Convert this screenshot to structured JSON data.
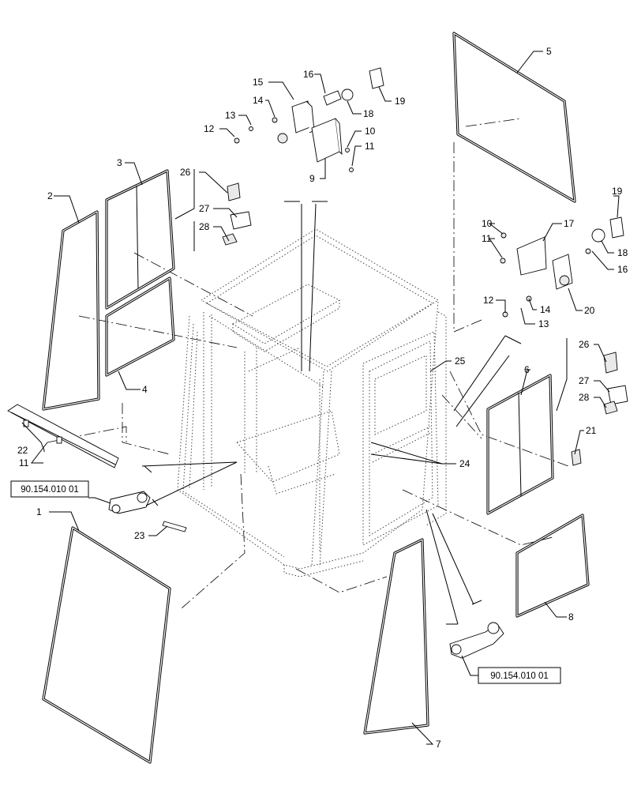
{
  "callouts": [
    "1",
    "2",
    "3",
    "4",
    "5",
    "6",
    "7",
    "8",
    "9",
    "10",
    "11",
    "12",
    "13",
    "14",
    "15",
    "16",
    "17",
    "18",
    "19",
    "20",
    "21",
    "22",
    "23",
    "24",
    "25",
    "26",
    "27",
    "28"
  ],
  "callouts_dup": {
    "n10b": "10",
    "n11b": "11",
    "n11c": "11",
    "n12b": "12",
    "n13b": "13",
    "n14b": "14",
    "n16b": "16",
    "n18b": "18",
    "n19b": "19",
    "n26b": "26",
    "n27b": "27",
    "n28b": "28"
  },
  "references": {
    "ref_left": "90.154.010 01",
    "ref_bottom": "90.154.010 01"
  }
}
